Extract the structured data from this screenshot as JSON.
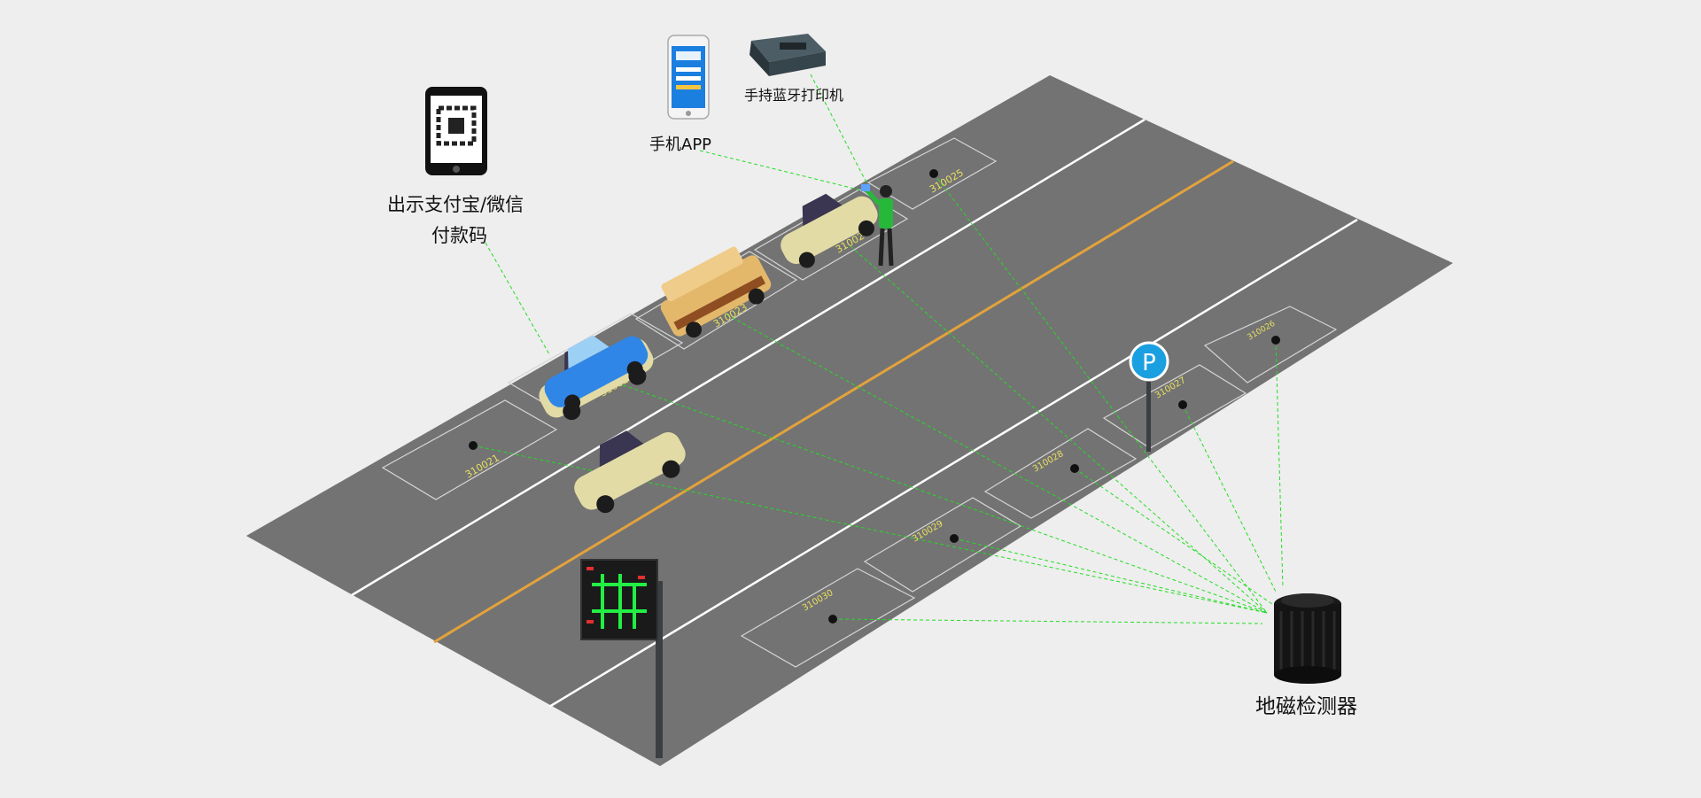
{
  "labels": {
    "printer": "手持蓝牙打印机",
    "app": "手机APP",
    "pay_line1": "出示支付宝/微信",
    "pay_line2": "付款码",
    "detector": "地磁检测器",
    "parking_sign": "P"
  },
  "spaces": [
    "310021",
    "310022",
    "310023",
    "310024",
    "310025",
    "310026",
    "310027",
    "310028",
    "310029",
    "310030"
  ],
  "colors": {
    "background": "#eeeeee",
    "road": "#737373",
    "lane_line": "#ffffff",
    "center_line": "#e3a23c",
    "bay_outline": "#d0d0d0",
    "space_number": "#e8e060",
    "signal_line": "#22dd22",
    "sign": "#1a9fe0"
  },
  "icons": [
    "qr-phone-icon",
    "smartphone-app-icon",
    "bluetooth-printer-icon",
    "geomagnetic-detector-icon",
    "parking-sign-icon",
    "guidance-screen-icon",
    "parking-attendant-icon",
    "car-icon"
  ]
}
